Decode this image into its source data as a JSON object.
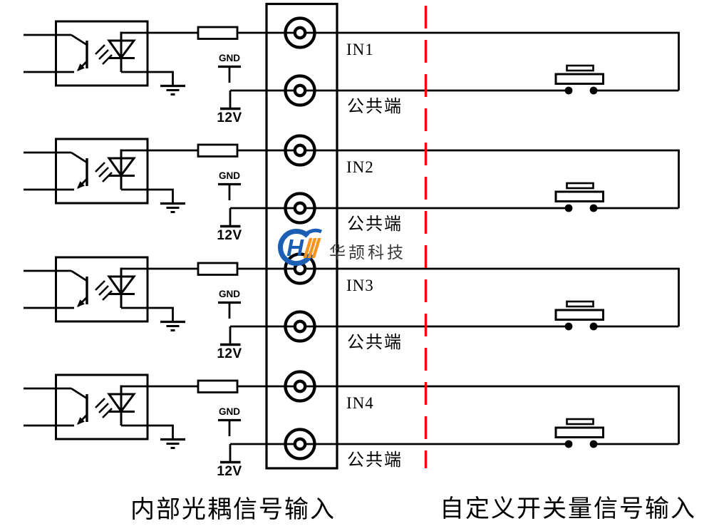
{
  "diagram_type": "optocoupler-input-wiring-diagram",
  "rows": [
    {
      "input_label": "IN1",
      "common_label": "公共端",
      "gnd_label": "GND",
      "supply_label": "12V"
    },
    {
      "input_label": "IN2",
      "common_label": "公共端",
      "gnd_label": "GND",
      "supply_label": "12V"
    },
    {
      "input_label": "IN3",
      "common_label": "公共端",
      "gnd_label": "GND",
      "supply_label": "12V"
    },
    {
      "input_label": "IN4",
      "common_label": "公共端",
      "gnd_label": "GND",
      "supply_label": "12V"
    }
  ],
  "captions": {
    "left": "内部光耦信号输入",
    "right": "自定义开关量信号输入"
  },
  "logo": {
    "text": "华颉科技",
    "monogram": "H"
  },
  "colors": {
    "line": "#000000",
    "divider": "#ff0000",
    "logo_blue": "#1a5fb4",
    "logo_orange": "#f7941e",
    "logo_text": "#3a3a3a"
  },
  "symbols": [
    "optocoupler-icon",
    "resistor-icon",
    "screw-terminal-icon",
    "earth-ground-icon",
    "gnd-rail-icon",
    "12v-supply-icon",
    "push-button-icon"
  ]
}
